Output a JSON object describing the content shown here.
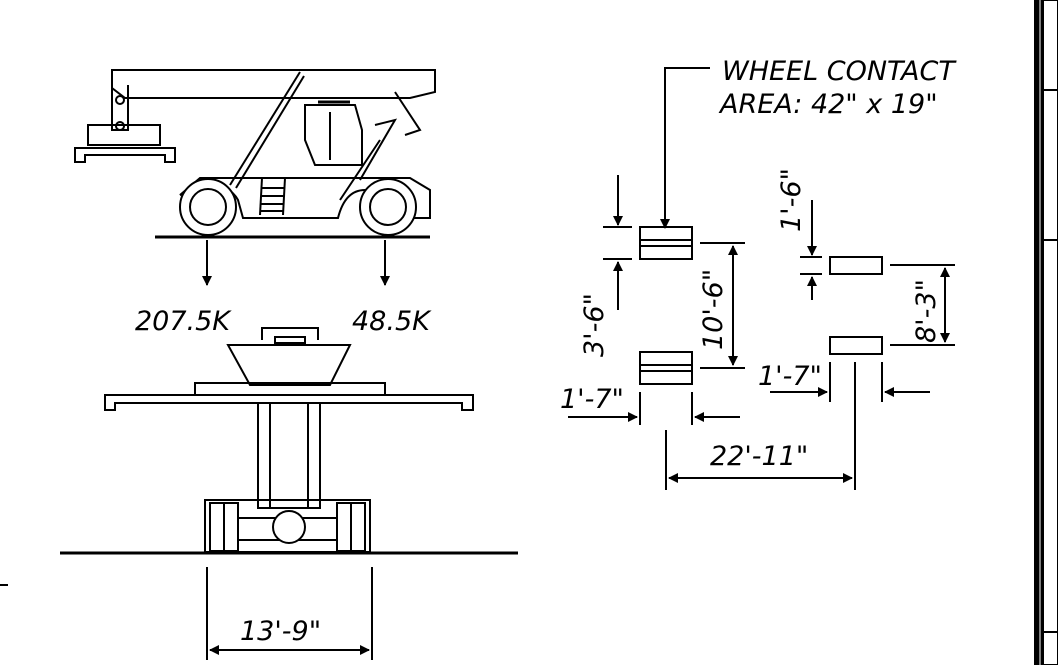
{
  "labels": {
    "wheel_contact_line1": "WHEEL CONTACT",
    "wheel_contact_line2": "AREA: 42\" x 19\"",
    "front_axle_load": "207.5K",
    "rear_axle_load": "48.5K",
    "wheel_track": "13'-9\"",
    "front_wheel_spacing": "3'-6\"",
    "wheelbase": "10'-6\"",
    "rear_wheel_spacing": "1'-6\"",
    "rear_track_offset": "8'-3\"",
    "front_pad_width": "1'-7\"",
    "rear_pad_width": "1'-7\"",
    "overall_width": "22'-11\""
  }
}
